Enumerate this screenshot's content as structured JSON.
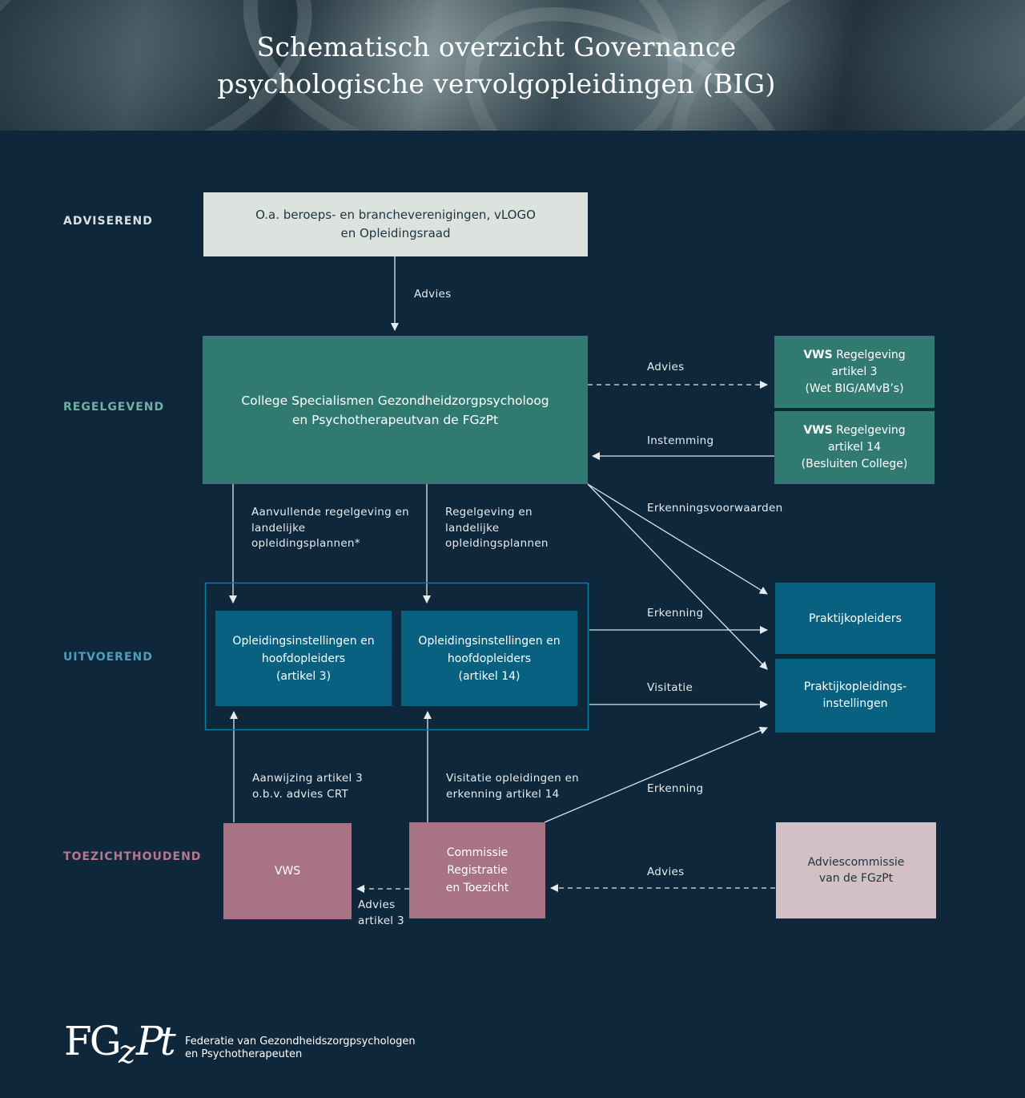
{
  "title": {
    "line1": "Schematisch overzicht Governance",
    "line2": "psychologische vervolgopleidingen (BIG)"
  },
  "rows": {
    "adviserend": "ADVISEREND",
    "regelgevend": "REGELGEVEND",
    "uitvoerend": "UITVOEREND",
    "toezichthoudend": "TOEZICHTHOUDEND"
  },
  "boxes": {
    "beroeps": {
      "line1": "O.a. beroeps- en brancheverenigingen, vLOGO",
      "line2": "en Opleidingsraad"
    },
    "college": {
      "line1": "College Specialismen Gezondheidzorgpsycholoog",
      "line2": "en Psychotherapeutvan de FGzPt"
    },
    "vws3": {
      "bold": "VWS",
      "line1": " Regelgeving",
      "line2": "artikel 3",
      "line3": "(Wet BIG/AMvB’s)"
    },
    "vws14": {
      "bold": "VWS",
      "line1": " Regelgeving",
      "line2": "artikel 14",
      "line3": "(Besluiten College)"
    },
    "opl3": {
      "line1": "Opleidingsinstellingen en",
      "line2": "hoofdopleiders",
      "line3": "(artikel 3)"
    },
    "opl14": {
      "line1": "Opleidingsinstellingen en",
      "line2": "hoofdopleiders",
      "line3": "(artikel 14)"
    },
    "praktijkopleiders": {
      "line1": "Praktijkopleiders"
    },
    "praktijkinstellingen": {
      "line1": "Praktijkopleidings-",
      "line2": "instellingen"
    },
    "vws": {
      "line1": "VWS"
    },
    "crt": {
      "line1": "Commissie Registratie",
      "line2": "en Toezicht"
    },
    "adviescommissie": {
      "line1": "Adviescommissie",
      "line2": "van de FGzPt"
    }
  },
  "labels": {
    "advies_top": "Advies",
    "advies_vws3": "Advies",
    "instemming": "Instemming",
    "erkenningsvoorwaarden": "Erkenningsvoorwaarden",
    "aanvullend": [
      "Aanvullende regelgeving en",
      "landelijke",
      "opleidingsplannen*"
    ],
    "regelgeving": [
      "Regelgeving en",
      "landelijke",
      "opleidingsplannen"
    ],
    "erkenning_mid": "Erkenning",
    "visitatie": "Visitatie",
    "aanwijzing": [
      "Aanwijzing artikel 3",
      "o.b.v. advies CRT"
    ],
    "visitatie_opl": [
      "Visitatie opleidingen en",
      "erkenning artikel 14"
    ],
    "erkenning_low": "Erkenning",
    "advies_adviescommissie": "Advies",
    "advies_art3": [
      "Advies",
      "artikel 3"
    ]
  },
  "colors": {
    "background": "#0f273b",
    "advisory": "#dce2de",
    "regulatory": "#317a72",
    "executive": "#086181",
    "supervisory": "#a77385",
    "advisory_committee": "#d3c0c5",
    "label_adviserend": "#d8e0e0",
    "label_regelgevend": "#6fb0a6",
    "label_uitvoerend": "#4f9cbb",
    "label_toezichthoudend": "#b9778d"
  },
  "logo": {
    "mark": "FGzPt",
    "text_line1": "Federatie van Gezondheidszorgpsychologen",
    "text_line2": "en Psychotherapeuten"
  }
}
